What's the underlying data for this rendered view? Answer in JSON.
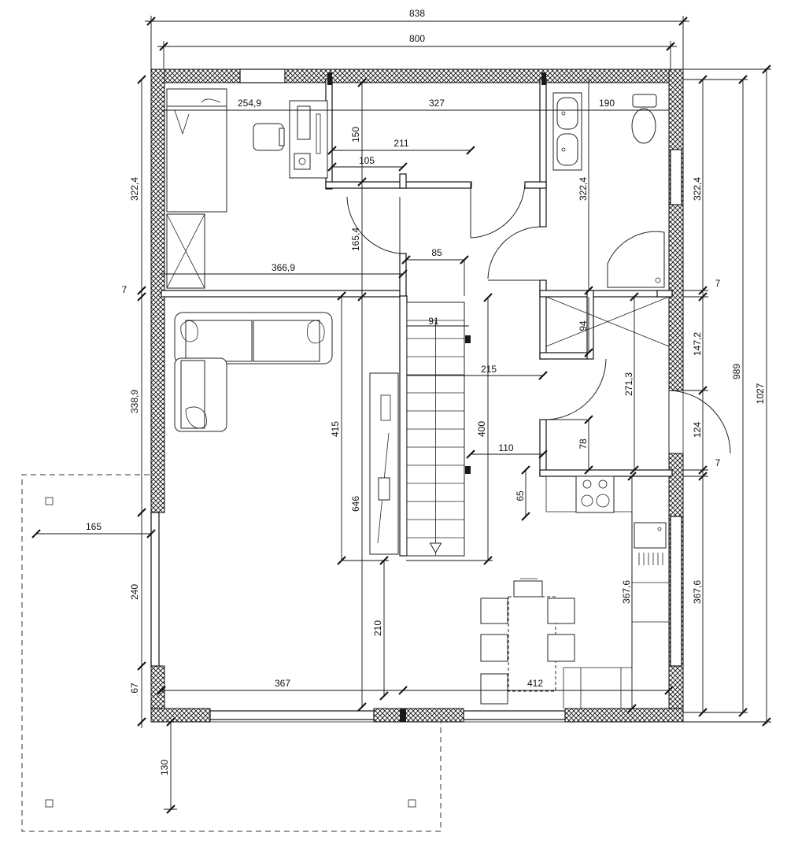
{
  "plan": {
    "dimensions": {
      "overall_width_outer": "838",
      "overall_width_inner": "800",
      "top_left_room": "254,9",
      "top_mid_room": "327",
      "top_right_room": "190",
      "left_upper": "322,4",
      "left_middle": "338,9",
      "left_lower": "240",
      "left_bottom": "67",
      "right_upper": "322,4",
      "right_upper_inner": "322,4",
      "right_mid": "147,2",
      "right_door": "124",
      "right_lower": "367,6",
      "right_lower_inner": "367,6",
      "right_total_inner": "989",
      "right_total_outer": "1027",
      "wall_7_a": "7",
      "wall_7_b": "7",
      "wall_7_c": "7",
      "hall_150": "150",
      "hall_211": "211",
      "hall_105": "105",
      "hall_165_4": "165,4",
      "hall_85": "85",
      "bedroom_width": "366,9",
      "stair_91": "91",
      "stair_215": "215",
      "stair_400": "400",
      "stair_110": "110",
      "utility_94": "94",
      "utility_271_3": "271,3",
      "utility_78": "78",
      "kitchen_65": "65",
      "living_415": "415",
      "living_646": "646",
      "living_210": "210",
      "bottom_367": "367",
      "bottom_412": "412",
      "terrace_165": "165",
      "terrace_130": "130"
    }
  }
}
